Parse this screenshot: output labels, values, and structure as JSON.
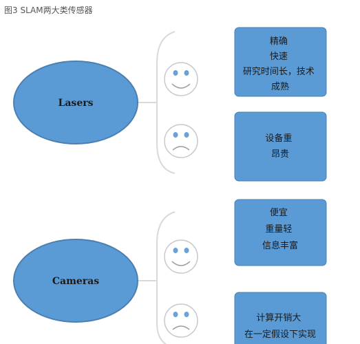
{
  "caption": "图3 SLAM两大类传感器",
  "colors": {
    "fill": "#5b9bd5",
    "stroke": "#4a7fb0",
    "connector": "#d9d9d9",
    "face_eye": "#6aa2d8",
    "face_stroke": "#c8c8c8"
  },
  "groups": [
    {
      "label": "Lasers",
      "pros_icon": "smiley-face-icon",
      "pros": [
        "精确",
        "快速",
        "研究时间长，技术",
        "成熟"
      ],
      "cons_icon": "frowning-face-icon",
      "cons": [
        "设备重",
        "昂贵"
      ]
    },
    {
      "label": "Cameras",
      "pros_icon": "smiley-face-icon",
      "pros": [
        "便宜",
        "重量轻",
        "信息丰富"
      ],
      "cons_icon": "frowning-face-icon",
      "cons": [
        "计算开销大",
        "在一定假设下实现"
      ]
    }
  ]
}
